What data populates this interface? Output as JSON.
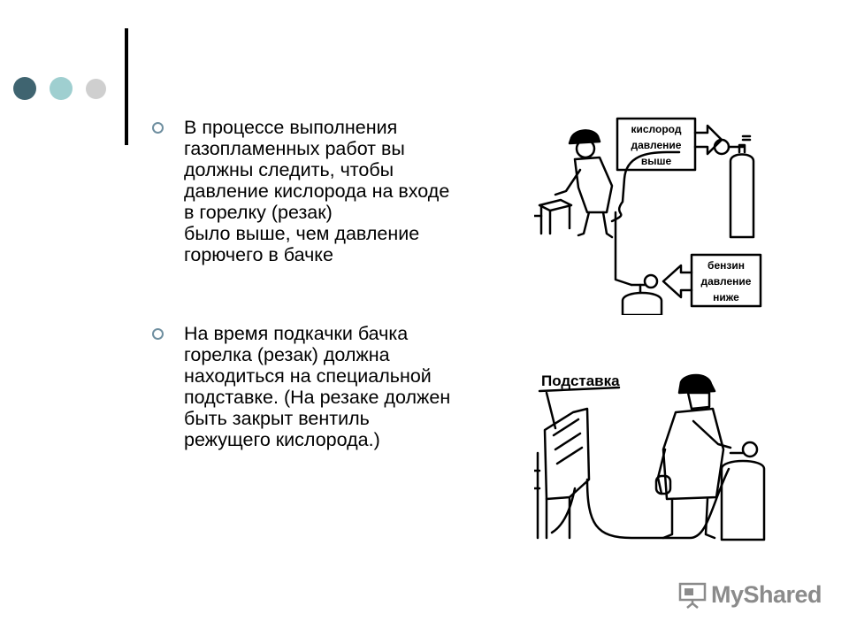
{
  "bullets": [
    {
      "text": "В процессе выполнения\nгазопламенных работ вы\nдолжны следить, чтобы\nдавление кислорода на входе\nв горелку (резак)\nбыло выше, чем давление\nгорючего в бачке"
    },
    {
      "text": "На время подкачки бачка\nгорелка (резак) должна\nнаходиться на специальной\nподставке. (На резаке должен\nбыть закрыт вентиль\nрежущего кислорода.)"
    }
  ],
  "illustration_top": {
    "oxygen_label": [
      "кислород",
      "давление",
      "выше"
    ],
    "fuel_label": [
      "бензин",
      "давление",
      "ниже"
    ]
  },
  "illustration_bottom": {
    "stand_label": "Подставка"
  },
  "brand": {
    "name": "MyShared"
  },
  "colors": {
    "dot_dark": "#3f6470",
    "dot_teal": "#9fcfd0",
    "dot_gray": "#cfcfcf",
    "bullet_ring": "#6f8fa0",
    "brand_gray": "#8b8b8b"
  }
}
